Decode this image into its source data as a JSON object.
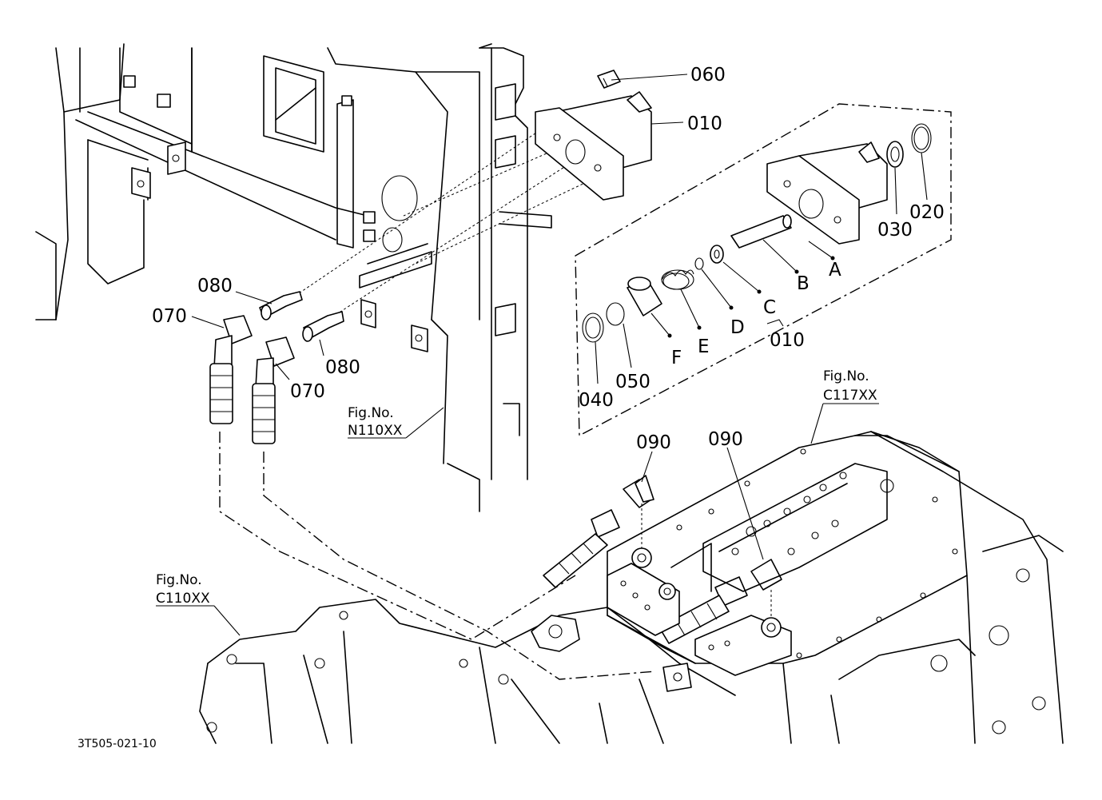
{
  "parts": {
    "p010a": "010",
    "p010b": "010",
    "p020": "020",
    "p030": "030",
    "p040": "040",
    "p050": "050",
    "p060": "060",
    "p070a": "070",
    "p070b": "070",
    "p080a": "080",
    "p080b": "080",
    "p090a": "090",
    "p090b": "090",
    "A": "A",
    "B": "B",
    "C": "C",
    "D": "D",
    "E": "E",
    "F": "F"
  },
  "references": {
    "n110_label": "Fig.No.",
    "n110_code": "N110XX",
    "c117_label": "Fig.No.",
    "c117_code": "C117XX",
    "c110_label": "Fig.No.",
    "c110_code": "C110XX"
  },
  "drawing_code": "3T505-021-10"
}
